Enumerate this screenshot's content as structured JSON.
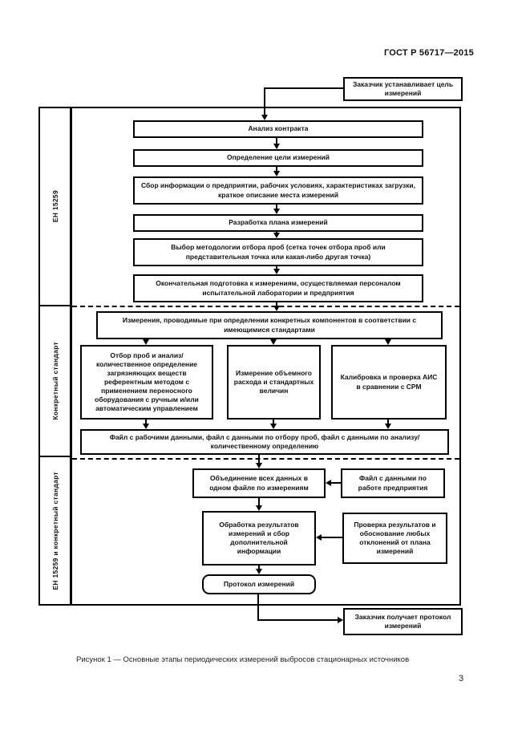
{
  "page": {
    "standard_header": "ГОСТ Р 56717—2015",
    "caption": "Рисунок 1 — Основные этапы периодических измерений выбросов стационарных источников",
    "page_number": "3"
  },
  "side_labels": {
    "en_15259": "ЕН 15259",
    "specific_standard": "Конкретный стандарт",
    "en_and_specific": "ЕН 15259 и конкретный стандарт"
  },
  "external_boxes": {
    "customer_goal": "Заказчик устанавливает цель измерений",
    "customer_protocol": "Заказчик получает протокол измерений"
  },
  "flow": {
    "contract_analysis": "Анализ контракта",
    "goal_definition": "Определение цели измерений",
    "info_collection": "Сбор информации о предприятии, рабочих условиях, характеристиках загрузки, краткое описание места измерений",
    "plan_development": "Разработка плана измерений",
    "sampling_methodology": "Выбор методологии отбора проб (сетка точек отбора проб или представительная точка или какая-либо другая точка)",
    "final_preparation": "Окончательная подготовка к измерениям, осуществляемая персоналом испытательной лаборатории и предприятия",
    "measurements": "Измерения, проводимые при определении конкретных компонентов в соответствии с имеющимися стандартами",
    "sampling_analysis": "Отбор проб и анализ/количественное определение загрязняющих веществ референтным методом с применением переносного оборудования с ручным и/или автоматическим управлением",
    "volume_flow": "Измерение объемного расхода и стандартных величин",
    "calibration": "Калибровка и проверка АИС в сравнении с СРМ",
    "data_files": "Файл с рабочими данными, файл с данными по отбору проб, файл с данными по анализу/количественному определению",
    "data_merge": "Объединение всех данных в одном файле по измерениям",
    "plant_data_file": "Файл с данными по работе предприятия",
    "results_processing": "Обработка результатов измерений и сбор дополнительной информации",
    "results_check": "Проверка результатов и обоснование любых отклонений от плана измерений",
    "protocol": "Протокол измерений"
  }
}
